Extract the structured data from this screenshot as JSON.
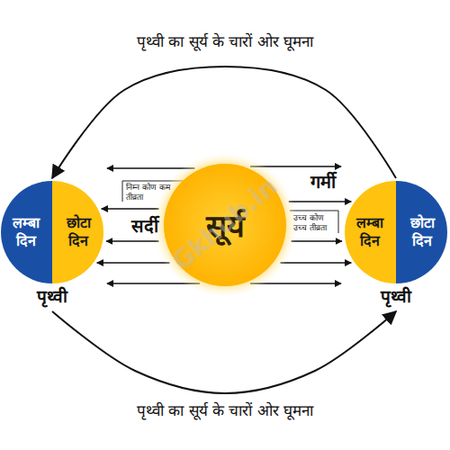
{
  "diagram": {
    "nodes": [
      {
        "text": [
          "पृथ्वी"
        ]
      },
      {
        "text": [
          "लम्बा दिन"
        ],
        "in": 0
      },
      {
        "text": [
          "छोटा दिन"
        ],
        "in": 0
      },
      {
        "text": [
          "सूर्य"
        ]
      },
      {
        "text": [
          "पृथ्वी"
        ]
      },
      {
        "text": [
          "लम्बा दिन"
        ],
        "in": 4
      },
      {
        "text": [
          "छोटा दिन"
        ],
        "in": 4
      }
    ],
    "edges": [
      {
        "from": 4,
        "to": 0,
        "arrow": "to",
        "label": "पृथ्वी का सूर्य के चारों ओर घूमना"
      },
      {
        "from": 0,
        "to": 4,
        "arrow": "to",
        "label": "पृथ्वी का सूर्य के चारों ओर घूमना"
      },
      {
        "from": 3,
        "to": 2,
        "arrow": "to"
      },
      {
        "from": 3,
        "to": 2,
        "arrow": "to"
      },
      {
        "from": 3,
        "to": 2,
        "arrow": "to"
      },
      {
        "from": 3,
        "to": 2,
        "arrow": "to"
      },
      {
        "from": 3,
        "to": 2,
        "arrow": "to"
      },
      {
        "from": 3,
        "to": 5,
        "arrow": "to"
      },
      {
        "from": 3,
        "to": 5,
        "arrow": "to"
      },
      {
        "from": 3,
        "to": 5,
        "arrow": "to"
      },
      {
        "from": 3,
        "to": 5,
        "arrow": "to"
      },
      {
        "from": 3,
        "to": 5,
        "arrow": "to"
      }
    ],
    "labels": [
      "सर्दी",
      "निम्न कोण कम तीव्रता",
      "गर्मी",
      "उच्च कोण उच्च तीव्रता",
      "Gkhub.in"
    ]
  }
}
